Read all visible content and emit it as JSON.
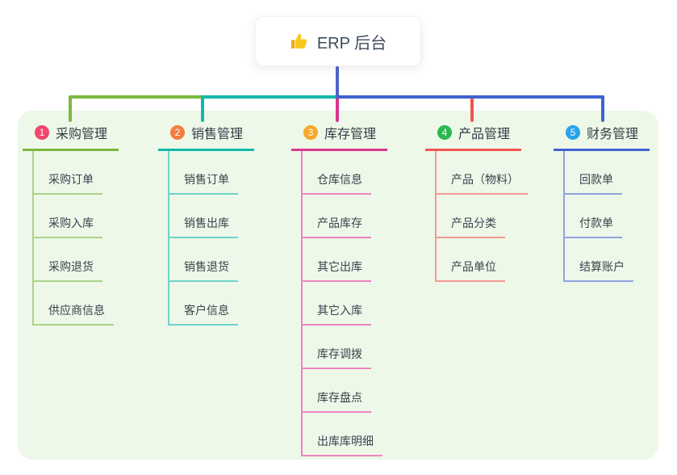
{
  "root": {
    "label": "ERP 后台",
    "icon": "thumbs-up-icon"
  },
  "theme": {
    "panel_bg": "#edf8e8",
    "root_line_color": "#4f63c8",
    "node_text_color": "#333c47",
    "root_text_color": "#3d4a5c"
  },
  "branches": [
    {
      "num": "1",
      "label": "采购管理",
      "color_badge": "#f1486c",
      "color_strong": "#7cb93f",
      "color_light": "#a9d488",
      "children": [
        "采购订单",
        "采购入库",
        "采购退货",
        "供应商信息"
      ]
    },
    {
      "num": "2",
      "label": "销售管理",
      "color_badge": "#f57d3e",
      "color_strong": "#14b8ac",
      "color_light": "#6fd3c9",
      "children": [
        "销售订单",
        "销售出库",
        "销售退货",
        "客户信息"
      ]
    },
    {
      "num": "3",
      "label": "库存管理",
      "color_badge": "#f7a82b",
      "color_strong": "#d9368f",
      "color_light": "#ee84c0",
      "children": [
        "仓库信息",
        "产品库存",
        "其它出库",
        "其它入库",
        "库存调拨",
        "库存盘点",
        "出库库明细"
      ]
    },
    {
      "num": "4",
      "label": "产品管理",
      "color_badge": "#2cb750",
      "color_strong": "#f4544d",
      "color_light": "#f59a93",
      "children": [
        "产品（物料）",
        "产品分类",
        "产品单位"
      ]
    },
    {
      "num": "5",
      "label": "财务管理",
      "color_badge": "#2aa4ea",
      "color_strong": "#3f63d0",
      "color_light": "#8fa3e0",
      "children": [
        "回款单",
        "付款单",
        "结算账户"
      ]
    }
  ]
}
